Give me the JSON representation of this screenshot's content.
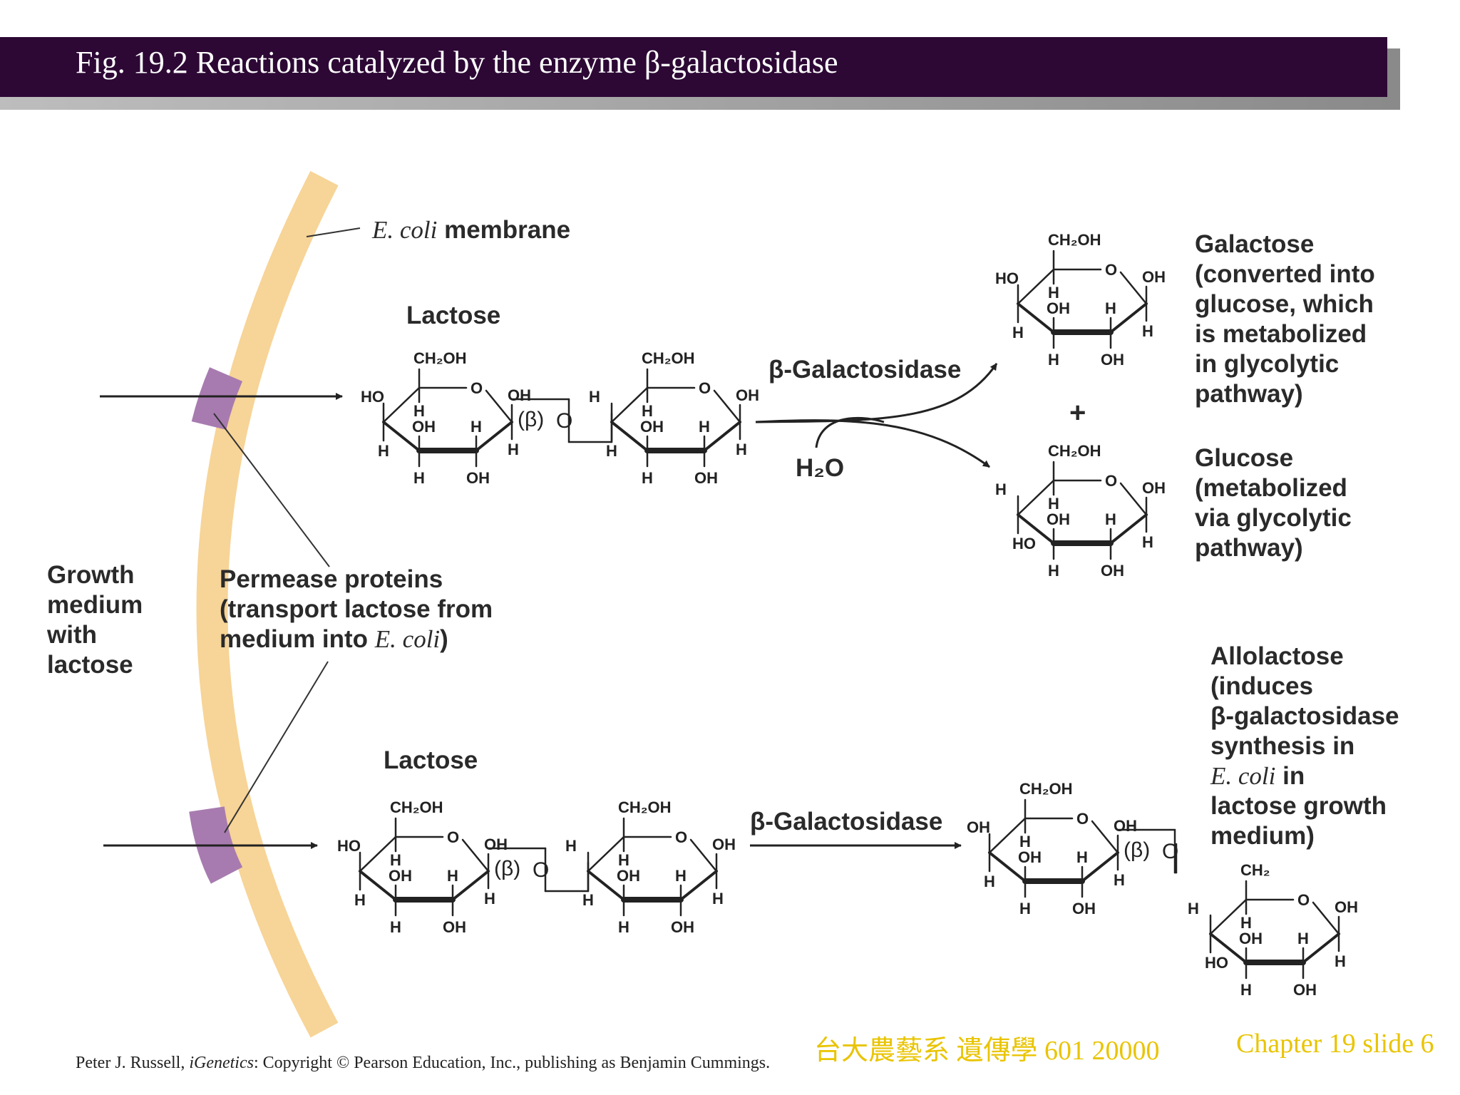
{
  "header": {
    "title": "Fig. 19.2  Reactions catalyzed by the enzyme β-galactosidase"
  },
  "labels": {
    "membrane_italic": "E. coli",
    "membrane_rest": " membrane",
    "lactose_top": "Lactose",
    "lactose_bottom": "Lactose",
    "enzyme_top": "β-Galactosidase",
    "enzyme_bottom": "β-Galactosidase",
    "water": "H₂O",
    "plus": "+",
    "growth_medium": [
      "Growth",
      "medium",
      "with",
      "lactose"
    ],
    "permease_line1": "Permease proteins",
    "permease_line2": "(transport lactose from",
    "permease_line3_pre": "medium into ",
    "permease_line3_italic": "E. coli",
    "permease_line3_post": ")",
    "galactose": [
      "Galactose",
      "(converted into",
      "glucose, which",
      "is metabolized",
      "in glycolytic",
      "pathway)"
    ],
    "glucose": [
      "Glucose",
      "(metabolized",
      "via glycolytic",
      "pathway)"
    ],
    "allolactose_lines_a": [
      "Allolactose",
      "(induces",
      "β-galactosidase",
      "synthesis in"
    ],
    "allolactose_italic": "E. coli",
    "allolactose_after_italic": " in",
    "allolactose_lines_b": [
      "lactose growth",
      "medium)"
    ]
  },
  "chem": {
    "ch2oh": "CH₂OH",
    "ch2": "CH₂",
    "ho": "HO",
    "oh": "OH",
    "h": "H",
    "o": "O",
    "beta": "(β)"
  },
  "footer": {
    "credit_pre": "Peter J. Russell, ",
    "credit_italic": "iGenetics",
    "credit_post": ": Copyright © Pearson Education, Inc., publishing as Benjamin Cummings.",
    "course": "台大農藝系 遺傳學 601 20000",
    "slide": "Chapter 19 slide 6"
  }
}
